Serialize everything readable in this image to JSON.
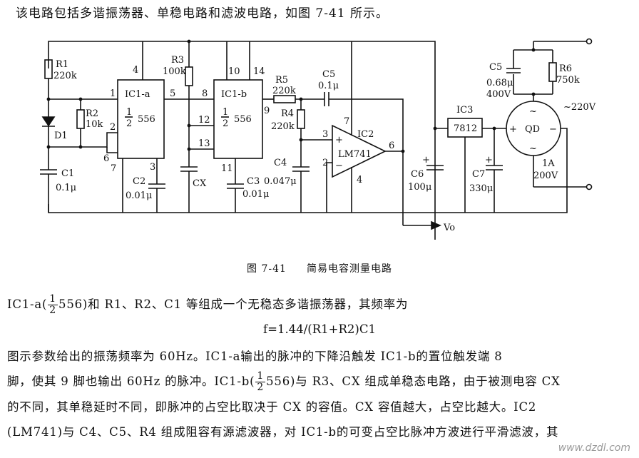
{
  "intro": "该电路包括多谐振荡器、单稳电路和滤波电路，如图 7-41 所示。",
  "labels": {
    "R1": "R1",
    "R1_val": "220k",
    "R2": "R2",
    "R2_val": "10k",
    "R3": "R3",
    "R3_val": "100k",
    "R4": "R4",
    "R4_val": "220k",
    "R5": "R5",
    "R5_val": "220k",
    "R6": "R6",
    "R6_val": "750k",
    "C1": "C1",
    "C1_val": "0.1μ",
    "C2": "C2",
    "C2_val": "0.01μ",
    "C3": "C3",
    "C3_val": "0.01μ",
    "C4": "C4",
    "C4_val": "0.047μ",
    "C5": "C5",
    "C5_val": "0.1μ",
    "C6": "C6",
    "C6_val": "100μ",
    "C7": "C7",
    "C7_val": "330μ",
    "C5b": "C5",
    "C5b_val1": "0.68μ",
    "C5b_val2": "400V",
    "D1": "D1",
    "Cx": "CX",
    "IC1a": "IC1-a",
    "IC1a_type": "556",
    "IC1b": "IC1-b",
    "IC1b_type": "556",
    "half_n": "1",
    "half_d": "2",
    "IC2": "IC2",
    "IC2_type": "LM741",
    "IC3": "IC3",
    "IC3_type": "7812",
    "QD": "QD",
    "QD_rating1": "1A",
    "QD_rating2": "200V",
    "ac": "~220V",
    "vo": "Vo",
    "pins": {
      "p1": "1",
      "p2": "2",
      "p4": "4",
      "p5": "5",
      "p6": "6",
      "p7": "7",
      "p3": "3",
      "p8": "8",
      "p9": "9",
      "p10": "10",
      "p11": "11",
      "p12": "12",
      "p13": "13",
      "p14": "14",
      "op7": "7",
      "op3": "3",
      "op2": "2",
      "op6": "6",
      "op4": "4"
    },
    "plus": "+",
    "minus": "−"
  },
  "caption": {
    "number": "图 7-41",
    "title": "简易电容测量电路"
  },
  "text": {
    "p1a": "IC1-a(",
    "p1b": "556)和 R1、R2、C1 等组成一个无稳态多谐振荡器，其频率为",
    "formula": "f=1.44/(R1+R2)C1",
    "p2": "图示参数给出的振荡频率为 60Hz。IC1-a输出的脉冲的下降沿触发 IC1-b的置位触发端 8",
    "p3a": "脚，使其 9 脚也输出 60Hz 的脉冲。IC1-b(",
    "p3b": "556)与 R3、CX 组成单稳态电路，由于被测电容 CX",
    "p4": "的不同，其单稳延时不同，即脉冲的占空比取决于 CX 的容值。CX 容值越大，占空比越大。IC2",
    "p5": "(LM741)与 C4、C5、R4 组成阻容有源滤波器，对 IC1-b的可变占空比脉冲方波进行平滑滤波，其"
  },
  "watermark": "www.dzdl.com"
}
